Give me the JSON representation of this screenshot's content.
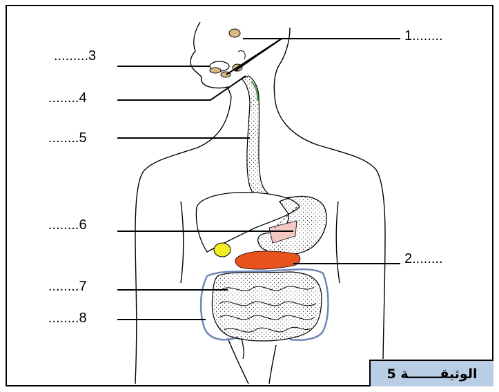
{
  "labels": {
    "l1": "1........",
    "l2": "2........",
    "l3": ".........3",
    "l4": "........4",
    "l5": "........5",
    "l6": "........6",
    "l7": "........7",
    "l8": "........8"
  },
  "document_label": "الوثيقـــــــة 5",
  "colors": {
    "outline": "#000000",
    "stipple": "#444444",
    "liver_orange": "#e8521d",
    "gallbladder_yellow": "#f2ee23",
    "stomach_pink": "#f3c8c3",
    "colon_blue": "#6f86b8",
    "pharynx_green": "#4e9a52",
    "gland_tan": "#d8b980",
    "doc_box_fill": "#b9cde4"
  }
}
